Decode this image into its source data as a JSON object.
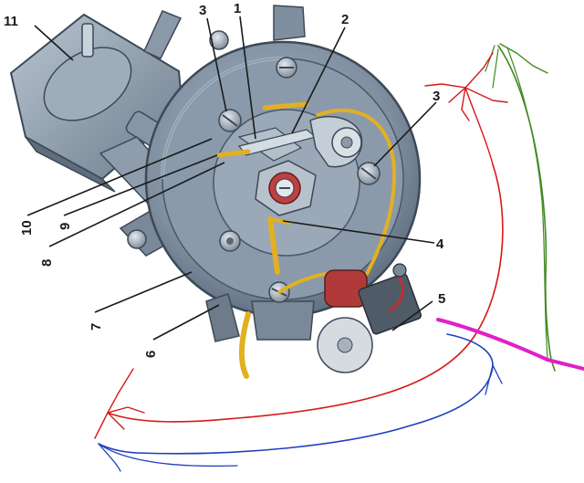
{
  "diagram": {
    "callouts": {
      "c1": "1",
      "c2": "2",
      "c3a": "3",
      "c3b": "3",
      "c4": "4",
      "c5": "5",
      "c6": "6",
      "c7": "7",
      "c8": "8",
      "c9": "9",
      "c10": "10",
      "c11": "11"
    },
    "colors": {
      "body": "#7f8fa0",
      "body_dark": "#4a5868",
      "wire_yellow": "#e2b021",
      "red_part": "#b03a3a",
      "annotation_red": "#d81818",
      "annotation_green": "#3f8a1f",
      "annotation_blue": "#1f3fbf",
      "annotation_magenta": "#e020c8"
    }
  }
}
